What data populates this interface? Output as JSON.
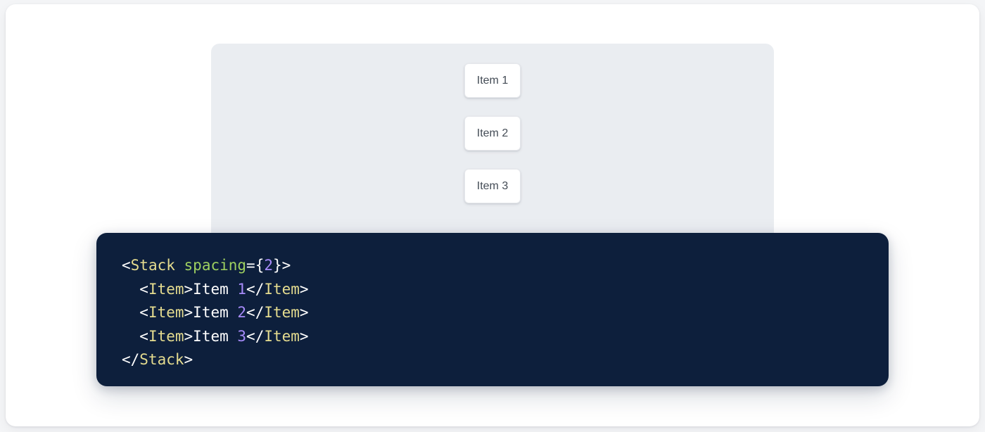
{
  "preview": {
    "panel_background": "#eaedf1",
    "items": [
      {
        "label": "Item 1"
      },
      {
        "label": "Item 2"
      },
      {
        "label": "Item 3"
      }
    ]
  },
  "code": {
    "language": "jsx",
    "background": "#0d1f3c",
    "colors": {
      "tag": "#e5dc8f",
      "attribute": "#9ed060",
      "number": "#a78bfa",
      "punctuation": "#ffffff",
      "text": "#ffffff"
    },
    "lines": [
      {
        "tokens": [
          {
            "t": "<",
            "k": "punct"
          },
          {
            "t": "Stack",
            "k": "tag"
          },
          {
            "t": " ",
            "k": "punct"
          },
          {
            "t": "spacing",
            "k": "attr"
          },
          {
            "t": "={",
            "k": "punct"
          },
          {
            "t": "2",
            "k": "num"
          },
          {
            "t": "}>",
            "k": "punct"
          }
        ]
      },
      {
        "tokens": [
          {
            "t": "  <",
            "k": "punct"
          },
          {
            "t": "Item",
            "k": "tag"
          },
          {
            "t": ">",
            "k": "punct"
          },
          {
            "t": "Item ",
            "k": "text"
          },
          {
            "t": "1",
            "k": "num"
          },
          {
            "t": "</",
            "k": "punct"
          },
          {
            "t": "Item",
            "k": "tag"
          },
          {
            "t": ">",
            "k": "punct"
          }
        ]
      },
      {
        "tokens": [
          {
            "t": "  <",
            "k": "punct"
          },
          {
            "t": "Item",
            "k": "tag"
          },
          {
            "t": ">",
            "k": "punct"
          },
          {
            "t": "Item ",
            "k": "text"
          },
          {
            "t": "2",
            "k": "num"
          },
          {
            "t": "</",
            "k": "punct"
          },
          {
            "t": "Item",
            "k": "tag"
          },
          {
            "t": ">",
            "k": "punct"
          }
        ]
      },
      {
        "tokens": [
          {
            "t": "  <",
            "k": "punct"
          },
          {
            "t": "Item",
            "k": "tag"
          },
          {
            "t": ">",
            "k": "punct"
          },
          {
            "t": "Item ",
            "k": "text"
          },
          {
            "t": "3",
            "k": "num"
          },
          {
            "t": "</",
            "k": "punct"
          },
          {
            "t": "Item",
            "k": "tag"
          },
          {
            "t": ">",
            "k": "punct"
          }
        ]
      },
      {
        "tokens": [
          {
            "t": "</",
            "k": "punct"
          },
          {
            "t": "Stack",
            "k": "tag"
          },
          {
            "t": ">",
            "k": "punct"
          }
        ]
      }
    ]
  }
}
